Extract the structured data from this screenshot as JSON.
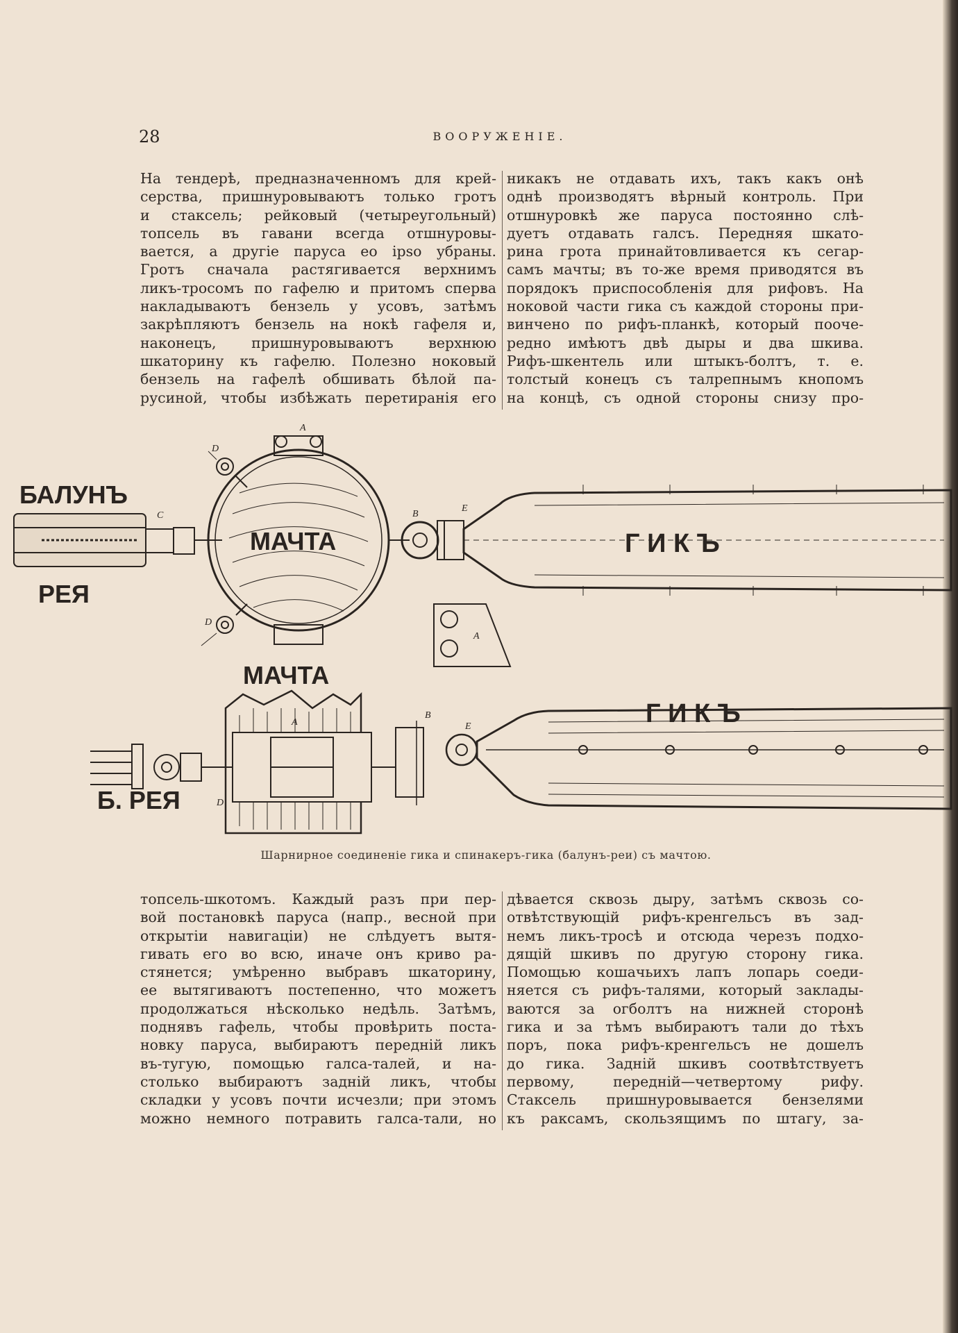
{
  "header": {
    "page_number": "28",
    "running_title": "ВООРУЖЕНІЕ."
  },
  "top_left_column": [
    "На тендерѣ, предназначенномъ для крей-",
    "серства, пришнуровываютъ только гротъ",
    "и стаксель; рейковый (четыреугольный)",
    "топсель въ гавани всегда отшнуровы-",
    "вается, а другіе паруса ео ipso убраны.",
    "Гротъ сначала растягивается верхнимъ",
    "ликъ-тросомъ по гафелю и притомъ сперва",
    "накладываютъ бензель у усовъ, затѣмъ",
    "закрѣпляютъ бензель на нокѣ гафеля и,",
    "наконецъ, пришнуровываютъ верхнюю",
    "шкаторину къ гафелю. Полезно ноковый",
    "бензель на гафелѣ обшивать бѣлой па-",
    "русиной, чтобы избѣжать перетиранія его"
  ],
  "top_right_column": [
    "никакъ не отдавать ихъ, такъ какъ онѣ",
    "однѣ производятъ вѣрный контроль. При",
    "отшнуровкѣ же паруса постоянно слѣ-",
    "дуетъ отдавать галсъ. Передняя шкато-",
    "рина грота принайтовливается къ сегар-",
    "самъ мачты; въ то-же время приводятся въ",
    "порядокъ приспособленія для рифовъ. На",
    "ноковой части гика съ каждой стороны при-",
    "винчено по рифъ-планкѣ, который пооче-",
    "редно имѣютъ двѣ дыры и два шкива.",
    "Рифъ-шкентель или штыкъ-болтъ, т. е.",
    "толстый конецъ съ талрепнымъ кнопомъ",
    "на концѣ, съ одной стороны снизу про-"
  ],
  "figure": {
    "labels": {
      "balun": "БАЛУНЪ",
      "reya": "РЕЯ",
      "machta_top": "МАЧТА",
      "gik_top": "Г И К Ъ",
      "machta_bottom": "МАЧТА",
      "gik_bottom": "Г И К Ъ",
      "b_reya": "Б. РЕЯ"
    },
    "letters": {
      "a_top": "A",
      "d_top": "D",
      "c": "C",
      "b_top": "B",
      "e_top": "E",
      "d_lower": "D",
      "a_detail": "A",
      "a_bottom": "A",
      "b_bottom": "B",
      "e_bottom": "E",
      "d_bottom": "D"
    },
    "caption": "Шарнирное соединеніе гика и спинакеръ-гика (балунъ-реи) съ мачтою."
  },
  "bottom_left_column": [
    "топсель-шкотомъ. Каждый разъ при пер-",
    "вой постановкѣ паруса (напр., весной при",
    "открытіи навигаціи) не слѣдуетъ вытя-",
    "гивать его во всю, иначе онъ криво ра-",
    "стянется; умѣренно выбравъ шкаторину,",
    "ее вытягиваютъ постепенно, что можетъ",
    "продолжаться нѣсколько недѣль. Затѣмъ,",
    "поднявъ гафель, чтобы провѣрить поста-",
    "новку паруса, выбираютъ передній ликъ",
    "въ-тугую, помощью галса-талей, и на-",
    "столько выбираютъ задній ликъ, чтобы",
    "складки у усовъ почти исчезли; при этомъ",
    "можно немного потравить галса-тали, но"
  ],
  "bottom_right_column": [
    "дѣвается сквозь дыру, затѣмъ сквозь со-",
    "отвѣтствующій рифъ-кренгельсъ въ зад-",
    "немъ ликъ-тросѣ и отсюда черезъ подхо-",
    "дящій шкивъ по другую сторону гика.",
    "Помощью кошачьихъ лапъ лопарь соеди-",
    "няется съ рифъ-талями, который заклады-",
    "ваются за огболтъ на нижней сторонѣ",
    "гика и за тѣмъ выбираютъ тали до тѣхъ",
    "поръ, пока рифъ-кренгельсъ не дошелъ",
    "до гика. Задній шкивъ соотвѣтствуетъ",
    "первому, передній—четвертому рифу.",
    "Стаксель пришнуровывается бензелями",
    "къ раксамъ, скользящимъ по штагу, за-"
  ]
}
